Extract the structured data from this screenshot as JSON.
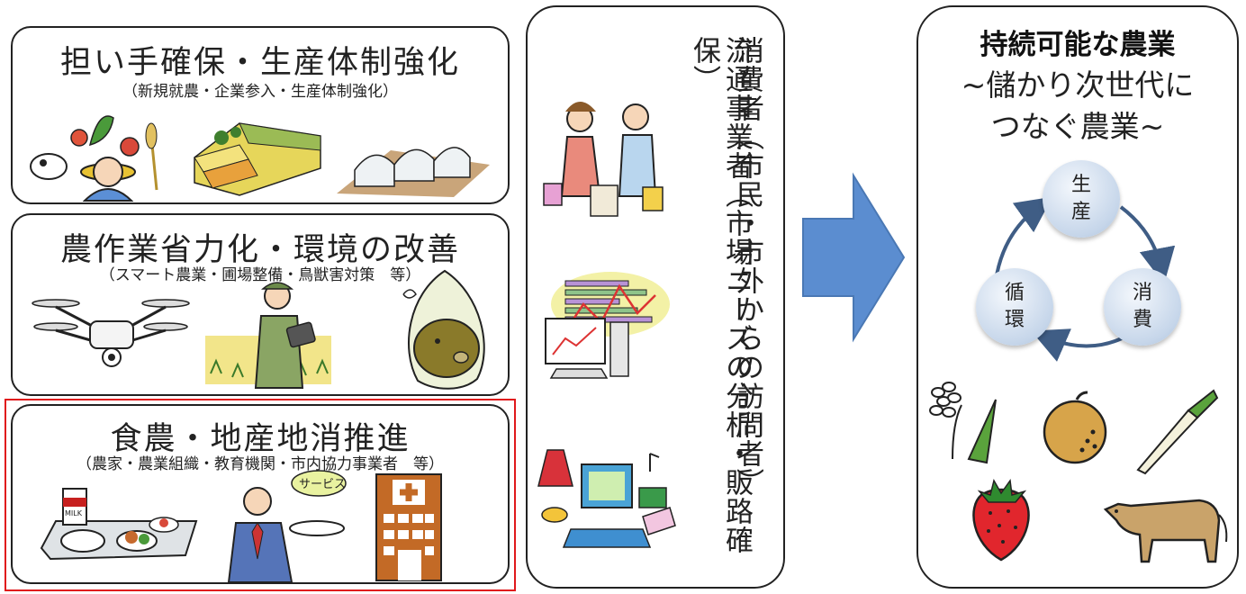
{
  "panels": {
    "p1": {
      "title": "担い手確保・生産体制強化",
      "subtitle": "（新規就農・企業参入・生産体制強化）"
    },
    "p2": {
      "title": "農作業省力化・環境の改善",
      "subtitle": "（スマート農業・圃場整備・鳥獣害対策　等）"
    },
    "p3": {
      "title": "食農・地産地消推進",
      "subtitle": "（農家・農業組織・教育機関・市内協力事業者　等）"
    }
  },
  "middle": {
    "col1": "消費者（市民・市外からの訪問者）",
    "col2": "流通事業者（市場ニーズの分析・販路確保）"
  },
  "right": {
    "title": "持続可能な農業",
    "subtitle_line1": "~儲かり次世代に",
    "subtitle_line2": "つなぐ農業~",
    "cycle": [
      {
        "line1": "生",
        "line2": "産"
      },
      {
        "line1": "消",
        "line2": "費"
      },
      {
        "line1": "循",
        "line2": "環"
      }
    ]
  },
  "illustrations": {
    "service_sign": "サービス",
    "milk_label": "MILK"
  },
  "colors": {
    "arrow": "#5b8dd0",
    "highlight_border": "#e0191c",
    "cycle_arrow": "#3f5d85"
  }
}
